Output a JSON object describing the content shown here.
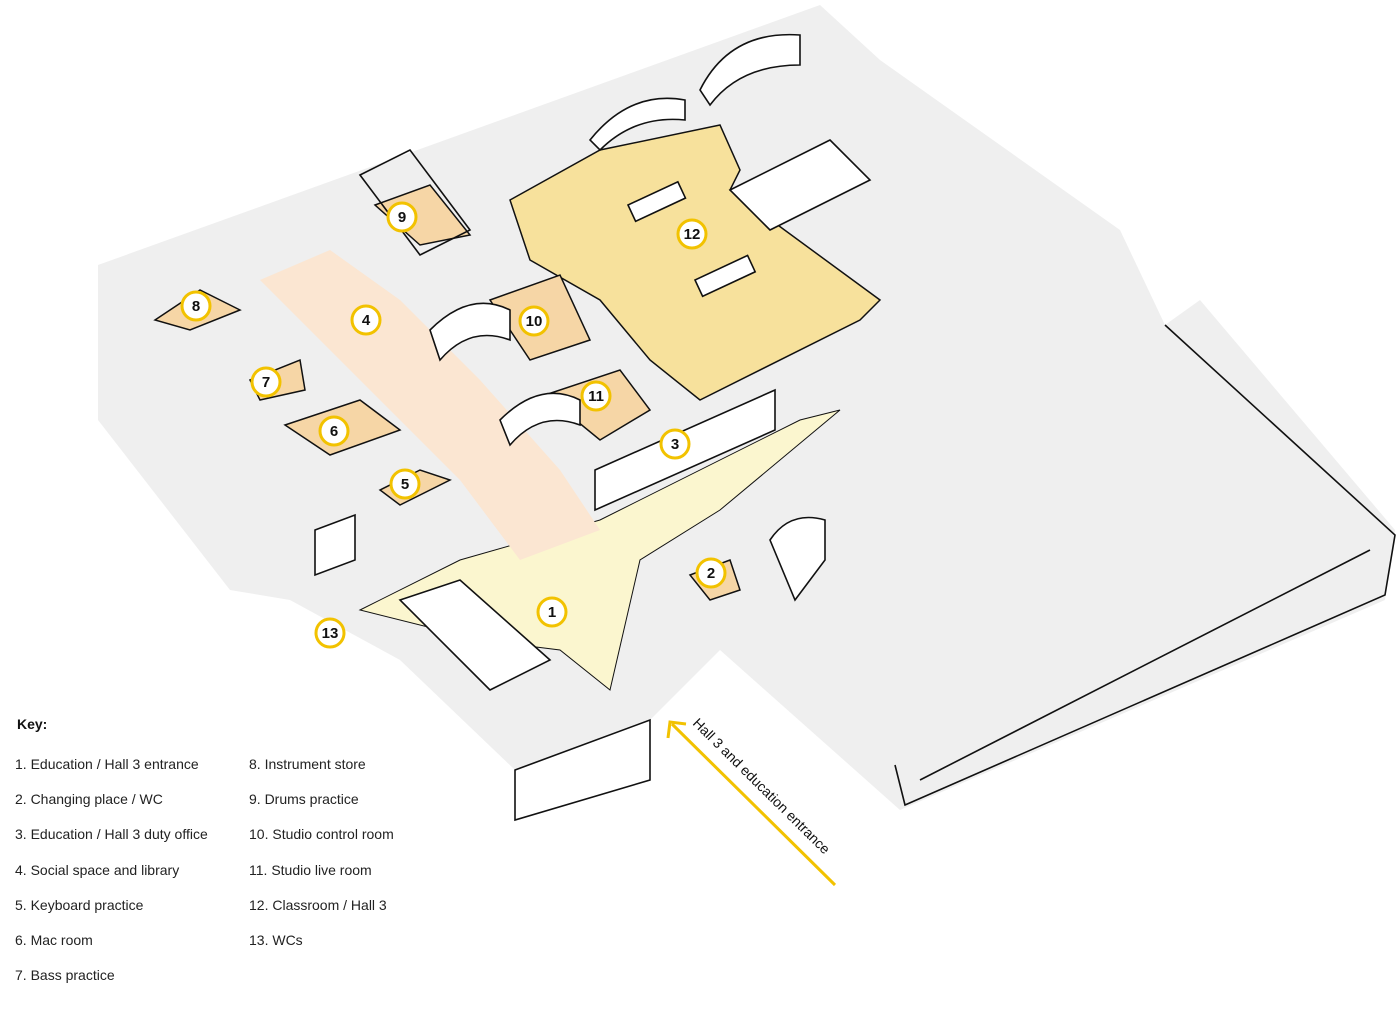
{
  "colors": {
    "background": "#ffffff",
    "slab": "#efefef",
    "classroom": "#f7e19c",
    "room": "#f6d6a6",
    "social": "#fbe6d2",
    "corridor": "#fbf6cf",
    "marker_ring": "#f2c200",
    "arrow": "#f2c200",
    "line": "#111111"
  },
  "markers": [
    {
      "num": "1"
    },
    {
      "num": "2"
    },
    {
      "num": "3"
    },
    {
      "num": "4"
    },
    {
      "num": "5"
    },
    {
      "num": "6"
    },
    {
      "num": "7"
    },
    {
      "num": "8"
    },
    {
      "num": "9"
    },
    {
      "num": "10"
    },
    {
      "num": "11"
    },
    {
      "num": "12"
    },
    {
      "num": "13"
    }
  ],
  "entrance_label": "Hall 3 and education entrance",
  "key": {
    "title": "Key:",
    "items": [
      "1.  Education / Hall 3 entrance",
      "2.  Changing place / WC",
      "3.  Education / Hall 3 duty office",
      "4.  Social space and library",
      "5.  Keyboard practice",
      "6.  Mac room",
      "7.  Bass practice",
      "8.  Instrument store",
      "9.  Drums practice",
      "10. Studio control room",
      "11.  Studio live room",
      "12. Classroom / Hall 3",
      "13. WCs"
    ]
  }
}
